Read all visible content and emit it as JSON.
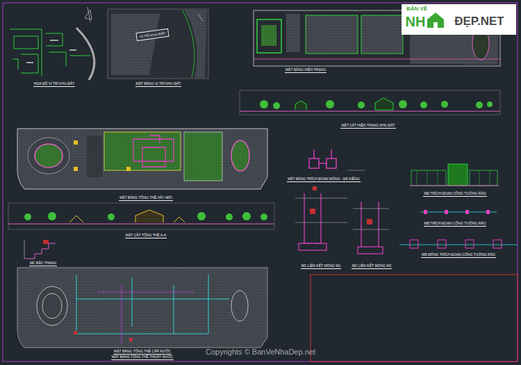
{
  "diagram": {
    "nodes": [
      {
        "text": [
          "VỊ TRÍ KHU ĐẤT"
        ]
      }
    ],
    "labels": [
      "HOẠ ĐỒ VỊ TRÍ KHU ĐẤT",
      "MẶT BẰNG VỊ TRÍ KHU ĐẤT",
      "MẶT BẰNG HIỆN TRẠNG",
      "MẶT CẮT HIỆN TRẠNG KHU ĐẤT",
      "MẶT BẰNG TỔNG THỂ XÂY MỚI",
      "MẶT CẮT TỔNG THỂ A-A",
      "MC BẬC THANG",
      "MẶT BẰNG TỔNG THỂ CẤP NƯỚC",
      "MẶT BẰNG TỔNG THỂ THOÁT NƯỚC",
      "MẶT BẰNG TRÍCH ĐOẠN MÓNG - ĐÀ KIỀNG",
      "MC LIÊN KẾT MÓNG M1",
      "MC LIÊN KẾT MÓNG M2",
      "MĐ TRÍCH ĐOẠN CỔNG TƯỜNG RÀO",
      "MB TRÍCH ĐOẠN CỔNG TƯỜNG RÀO",
      "MB MÓNG TRÍCH ĐOẠN CỔNG TƯỜNG RÀO",
      "BẢN VẼ",
      "NH",
      "ĐẸP.NET",
      "Copyrights © BanVeNhaDep.net"
    ]
  }
}
